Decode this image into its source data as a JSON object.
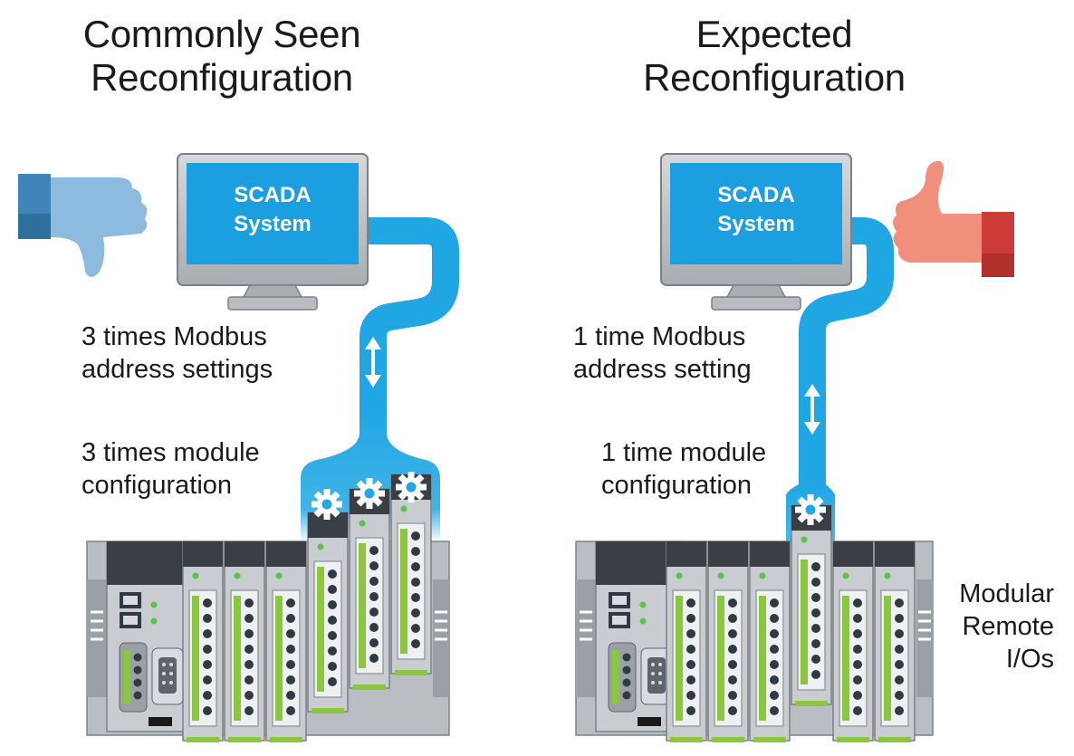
{
  "left_panel": {
    "title_line1": "Commonly Seen",
    "title_line2": "Reconfiguration",
    "screen_line1": "SCADA",
    "screen_line2": "System",
    "caption1": "3 times Modbus\naddress settings",
    "caption2": "3 times module\nconfiguration",
    "thumb_icon": "thumbs-down-icon"
  },
  "right_panel": {
    "title_line1": "Expected",
    "title_line2": "Reconfiguration",
    "screen_line1": "SCADA",
    "screen_line2": "System",
    "caption1": "1 time Modbus\naddress setting",
    "caption2": "1 time module\nconfiguration",
    "thumb_icon": "thumbs-up-icon",
    "device_label": "Modular\nRemote\nI/Os"
  },
  "colors": {
    "accent_blue": "#1fa6e3",
    "screen_blue": "#1b9fe0",
    "thumb_down_blue": "#8dbbe0",
    "thumb_down_cuff": "#3f85b8",
    "thumb_up_skin": "#f0907c",
    "thumb_up_cuff": "#cc3b37",
    "module_gray": "#c8ccd0",
    "terminal_green": "#8cc63f"
  }
}
